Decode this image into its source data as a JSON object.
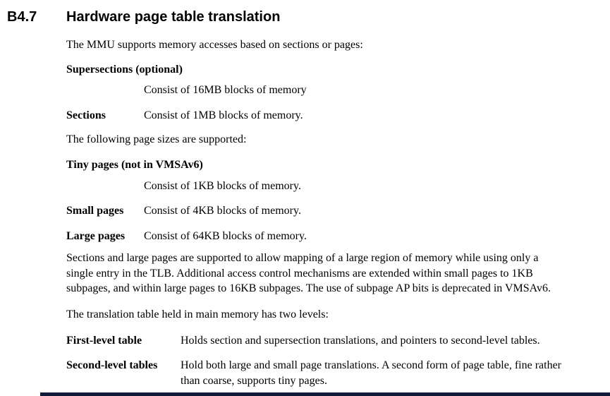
{
  "header": {
    "section_number": "B4.7",
    "title": "Hardware page table translation"
  },
  "intro": "The MMU supports memory accesses based on sections or pages:",
  "access_types": [
    {
      "term": "Supersections (optional)",
      "definition": "Consist of 16MB blocks of memory"
    },
    {
      "term": "Sections",
      "definition": "Consist of 1MB blocks of memory."
    }
  ],
  "page_sizes_intro": "The following page sizes are supported:",
  "page_sizes": [
    {
      "term": "Tiny pages (not in VMSAv6)",
      "definition": "Consist of 1KB blocks of memory."
    },
    {
      "term": "Small pages",
      "definition": "Consist of 4KB blocks of memory."
    },
    {
      "term": "Large pages",
      "definition": "Consist of 64KB blocks of memory."
    }
  ],
  "subpage_paragraph": {
    "lines": [
      "Sections and large pages are supported to allow mapping of a large region of memory while using only a",
      "single entry in the TLB. Additional access control mechanisms are extended within small pages to 1KB",
      "subpages, and within large pages to 16KB subpages. The use of subpage AP bits is deprecated in VMSAv6."
    ]
  },
  "levels_intro": "The translation table held in main memory has two levels:",
  "levels": [
    {
      "term": "First-level table",
      "definition_lines": [
        "Holds section and supersection translations, and pointers to second-level tables."
      ]
    },
    {
      "term": "Second-level tables",
      "definition_lines": [
        "Hold both large and small page translations. A second form of page table, fine rather",
        "than coarse, supports tiny pages."
      ]
    }
  ],
  "colors": {
    "text": "#000000",
    "background": "#ffffff",
    "bottom_bar": "#101a38"
  }
}
